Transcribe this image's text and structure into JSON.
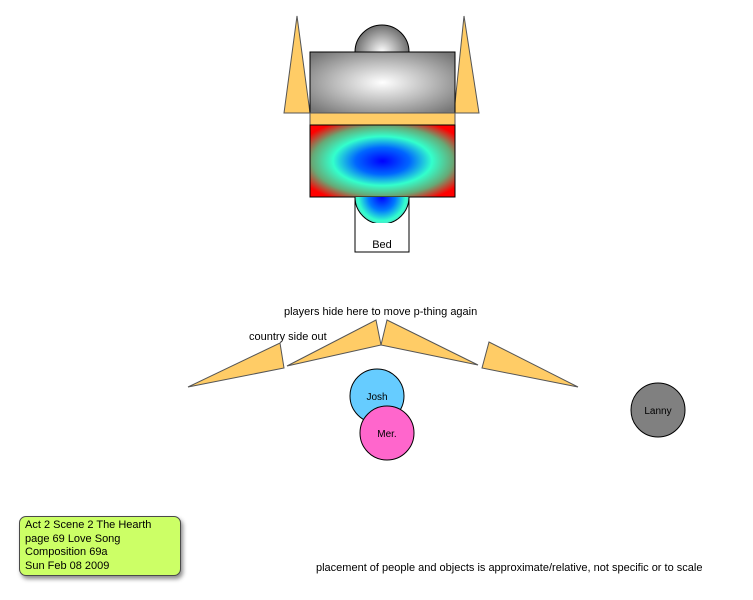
{
  "labels": {
    "bed": "Bed",
    "players_hide": "players hide here to move p-thing again",
    "country_side_out": "country side out"
  },
  "people": {
    "josh": "Josh",
    "meredith": "Mer.",
    "lanny": "Lanny"
  },
  "info": {
    "line1": "Act 2 Scene 2 The Hearth",
    "line2": "page 69 Love Song",
    "line3": "Composition 69a",
    "line4": "Sun Feb 08 2009"
  },
  "footnote": "placement of people and objects is approximate/relative, not specific or to scale",
  "colors": {
    "flat_yellow": "#ffcc66",
    "josh_blue": "#66ccff",
    "meredith_pink": "#ff66cc",
    "lanny_gray": "#808080",
    "info_green": "#ccff66",
    "heat_center": "#0000ff",
    "heat_edge": "#ff0000"
  }
}
